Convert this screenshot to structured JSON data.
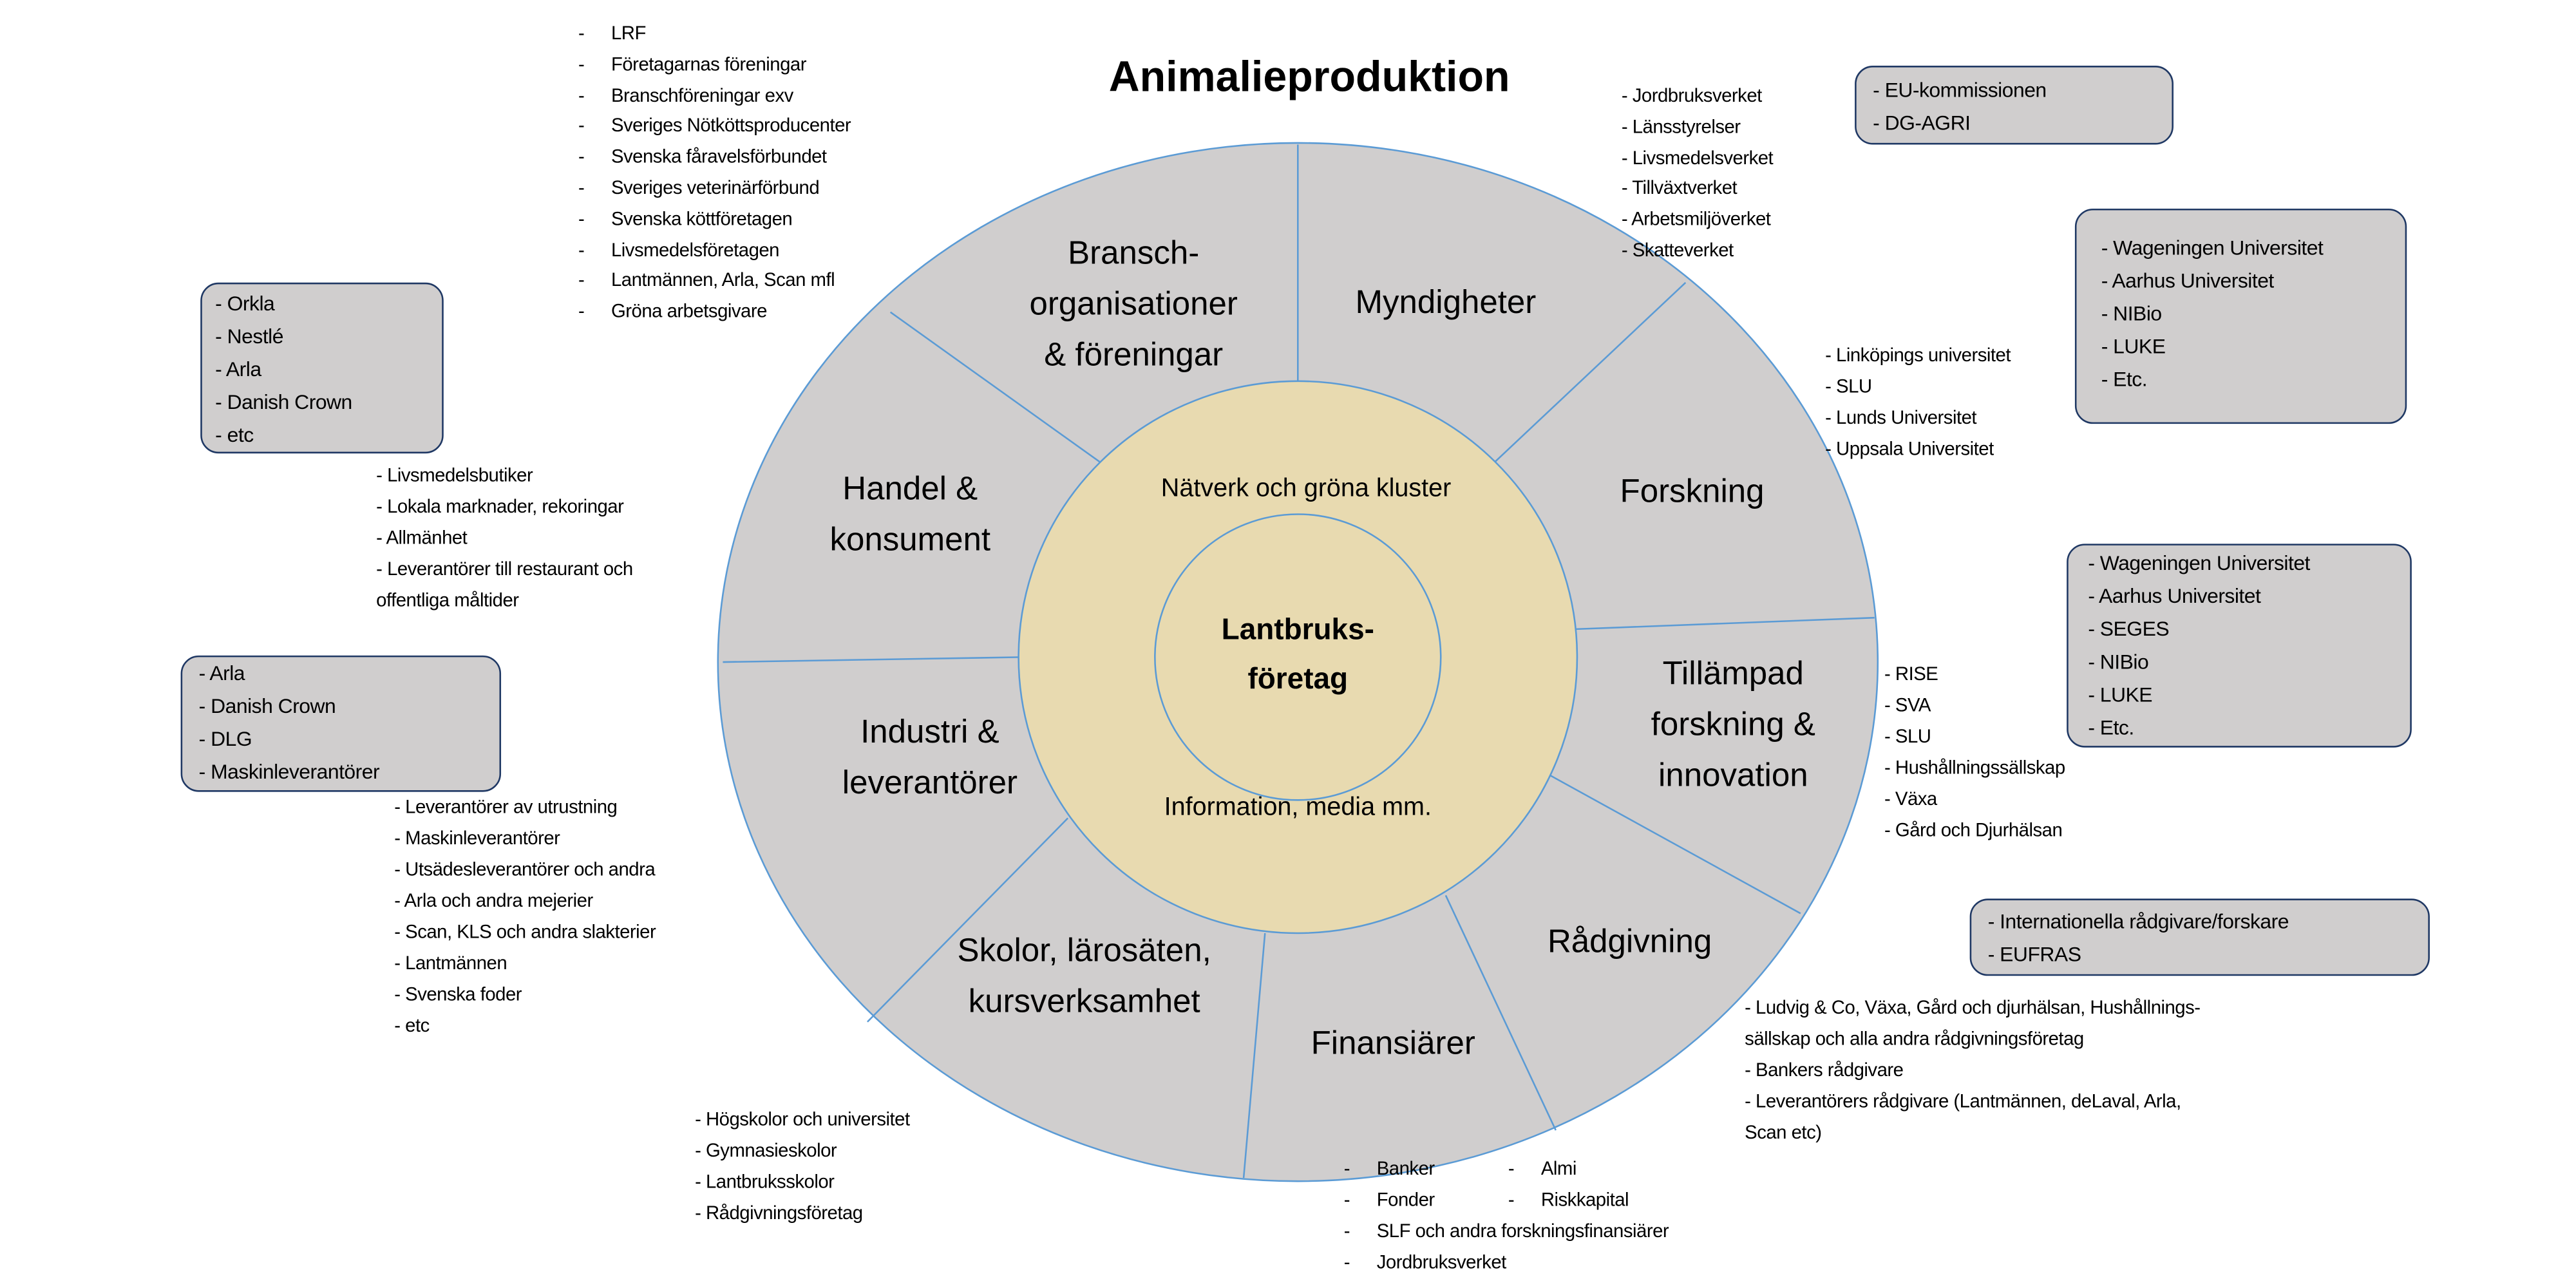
{
  "title": "Animalieproduktion",
  "colors": {
    "segment_fill": "#d0cece",
    "segment_line": "#5b9bd5",
    "inner_fill": "#e8dab0",
    "box_border": "#1f3864"
  },
  "segments": {
    "bransch": "Bransch-\norganisationer\n& föreningar",
    "myndigheter": "Myndigheter",
    "forskning": "Forskning",
    "tillampad": "Tillämpad\nforskning &\ninnovation",
    "radgivning": "Rådgivning",
    "finansiarer": "Finansiärer",
    "skolor": "Skolor,  lärosäten,\nkursverksamhet",
    "industri": "Industri &\nleverantörer",
    "handel": "Handel &\nkonsument"
  },
  "inner": {
    "top": "Nätverk och gröna kluster",
    "bottom": "Information, media mm."
  },
  "core": "Lantbruks-\nföretag",
  "lists": {
    "bransch": [
      "LRF",
      "Företagarnas föreningar",
      "Branschföreningar exv",
      "Sveriges Nötköttsproducenter",
      "Svenska fåravelsförbundet",
      "Sveriges veterinärförbund",
      "Svenska köttföretagen",
      "Livsmedelsföretagen",
      "Lantmännen, Arla, Scan mfl",
      "Gröna arbetsgivare"
    ],
    "myndigheter": [
      "- Jordbruksverket",
      "- Länsstyrelser",
      "- Livsmedelsverket",
      "- Tillväxtverket",
      "- Arbetsmiljöverket",
      "- Skatteverket"
    ],
    "forskning": [
      "- Linköpings universitet",
      "- SLU",
      "- Lunds Universitet",
      "- Uppsala Universitet"
    ],
    "tillampad": [
      "- RISE",
      "- SVA",
      "- SLU",
      "- Hushållningssällskap",
      "- Växa",
      "- Gård och Djurhälsan"
    ],
    "radgivning": [
      "- Ludvig & Co, Växa, Gård och djurhälsan, Hushållnings-",
      "sällskap och alla andra rådgivningsföretag",
      "- Bankers rådgivare",
      "- Leverantörers rådgivare (Lantmännen, deLaval, Arla,",
      "Scan etc)"
    ],
    "finansiarer_col1": [
      "Banker",
      "Fonder"
    ],
    "finansiarer_col2": [
      "Almi",
      "Riskkapital"
    ],
    "finansiarer_rest": [
      "SLF och andra forskningsfinansiärer",
      "Jordbruksverket"
    ],
    "skolor": [
      "- Högskolor och universitet",
      "- Gymnasieskolor",
      "- Lantbruksskolor",
      "- Rådgivningsföretag"
    ],
    "industri": [
      "- Leverantörer av utrustning",
      "- Maskinleverantörer",
      "- Utsädesleverantörer och andra",
      "- Arla och andra mejerier",
      "- Scan, KLS och andra slakterier",
      "- Lantmännen",
      "- Svenska foder",
      "- etc"
    ],
    "handel": [
      "- Livsmedelsbutiker",
      "- Lokala marknader, rekoringar",
      "- Allmänhet",
      "- Leverantörer till restaurant och",
      "offentliga måltider"
    ]
  },
  "boxes": {
    "eu": [
      "- EU-kommissionen",
      "- DG-AGRI"
    ],
    "forskning_int": [
      "- Wageningen Universitet",
      "- Aarhus Universitet",
      "- NIBio",
      "- LUKE",
      "- Etc."
    ],
    "tillampad_int": [
      "- Wageningen Universitet",
      "- Aarhus Universitet",
      "- SEGES",
      "- NIBio",
      "- LUKE",
      "- Etc."
    ],
    "radgivning_int": [
      "- Internationella rådgivare/forskare",
      "- EUFRAS"
    ],
    "handel_int": [
      "- Orkla",
      "- Nestlé",
      "- Arla",
      "- Danish Crown",
      "- etc"
    ],
    "industri_int": [
      "- Arla",
      "- Danish Crown",
      "- DLG",
      "- Maskinleverantörer"
    ]
  }
}
